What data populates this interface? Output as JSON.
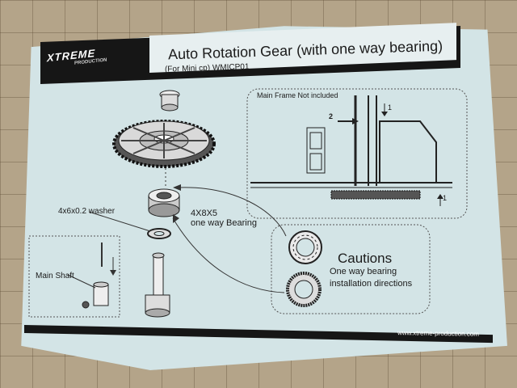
{
  "header": {
    "brand": "XTREME",
    "brand_sub": "PRODUCTION",
    "title": "Auto Rotation Gear (with one way bearing)",
    "subtitle": "(For Mini cp) WMICP01"
  },
  "diagram": {
    "washer_label": "4x6x0.2 washer",
    "bearing_dim": "4X8X5",
    "bearing_label": "one way Bearing",
    "shaft_label": "Main Shaft",
    "frame_label": "Main Frame Not included",
    "callout_2": "2",
    "callout_1a": "1",
    "callout_1b": "1"
  },
  "cautions": {
    "title": "Cautions",
    "line1": "One way bearing",
    "line2": "installation directions"
  },
  "footer": {
    "url": "www.xtreme-production.com"
  },
  "colors": {
    "paper": "#d3e4e6",
    "band": "#161616",
    "mat": "#b4a489"
  }
}
